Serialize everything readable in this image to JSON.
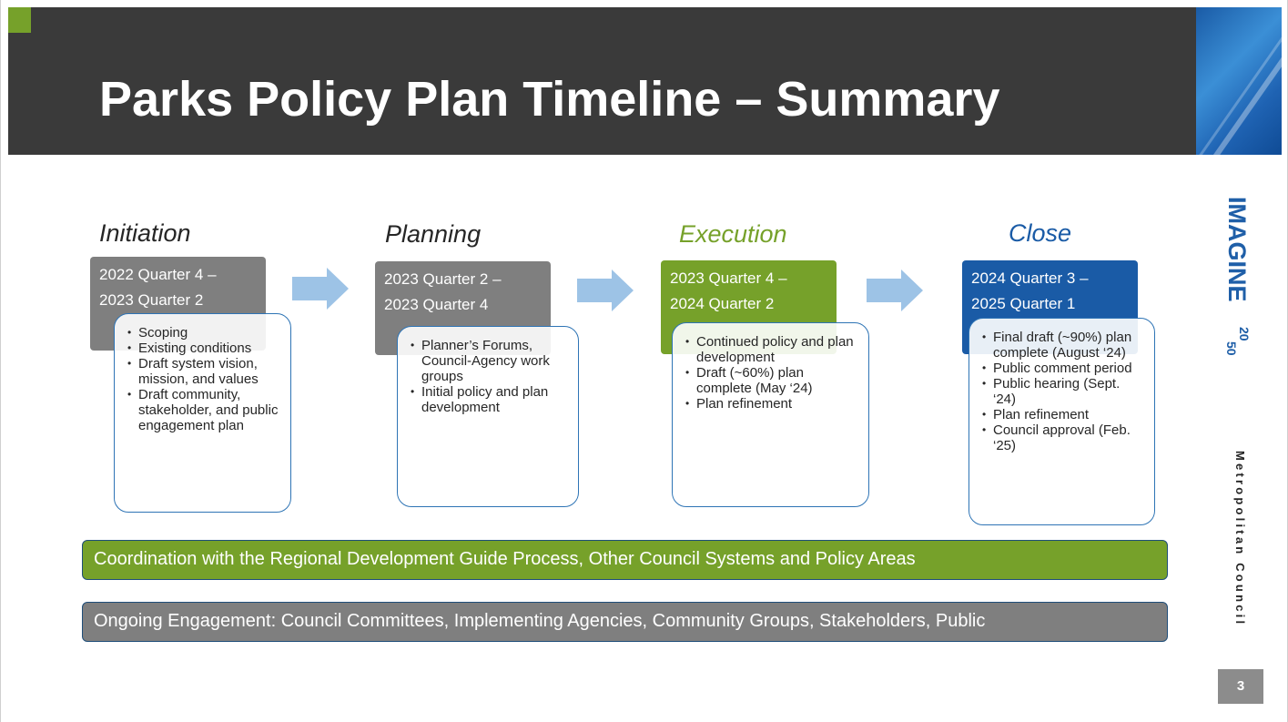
{
  "title": "Parks Policy Plan Timeline – Summary",
  "colors": {
    "header": "#3a3a3a",
    "gray": "#7f7f7f",
    "green": "#76a12a",
    "blue": "#1a5ba6",
    "outline": "#2e74b5",
    "arrow": "#9dc3e6"
  },
  "phases": [
    {
      "name": "Initiation",
      "dates": [
        "2022 Quarter 4 –",
        "2023 Quarter 2"
      ],
      "bullets": [
        "Scoping",
        "Existing conditions",
        "Draft system vision, mission, and values",
        "Draft community, stakeholder, and public engagement plan"
      ]
    },
    {
      "name": "Planning",
      "dates": [
        "2023 Quarter 2 –",
        "2023 Quarter 4"
      ],
      "bullets": [
        "Planner’s Forums, Council-Agency work groups",
        "Initial policy and plan development"
      ]
    },
    {
      "name": "Execution",
      "dates": [
        "2023 Quarter 4 –",
        "2024 Quarter 2"
      ],
      "bullets": [
        "Continued policy and plan development",
        "Draft (~60%) plan complete (May ‘24)",
        "Plan refinement"
      ]
    },
    {
      "name": "Close",
      "dates": [
        "2024 Quarter 3 –",
        "2025 Quarter 1"
      ],
      "bullets": [
        "Final draft (~90%) plan complete (August ‘24)",
        "Public comment period",
        "Public hearing (Sept. ‘24)",
        "Plan refinement",
        "Council approval (Feb. ‘25)"
      ]
    }
  ],
  "bands": {
    "coordination": "Coordination with the Regional Development Guide Process, Other Council Systems and Policy Areas",
    "engagement": "Ongoing Engagement: Council Committees, Implementing Agencies, Community Groups, Stakeholders, Public"
  },
  "logo": {
    "imagine": "IMAGINE",
    "year_top": "20",
    "year_bottom": "50"
  },
  "org_name": "Metropolitan Council",
  "page_number": "3"
}
